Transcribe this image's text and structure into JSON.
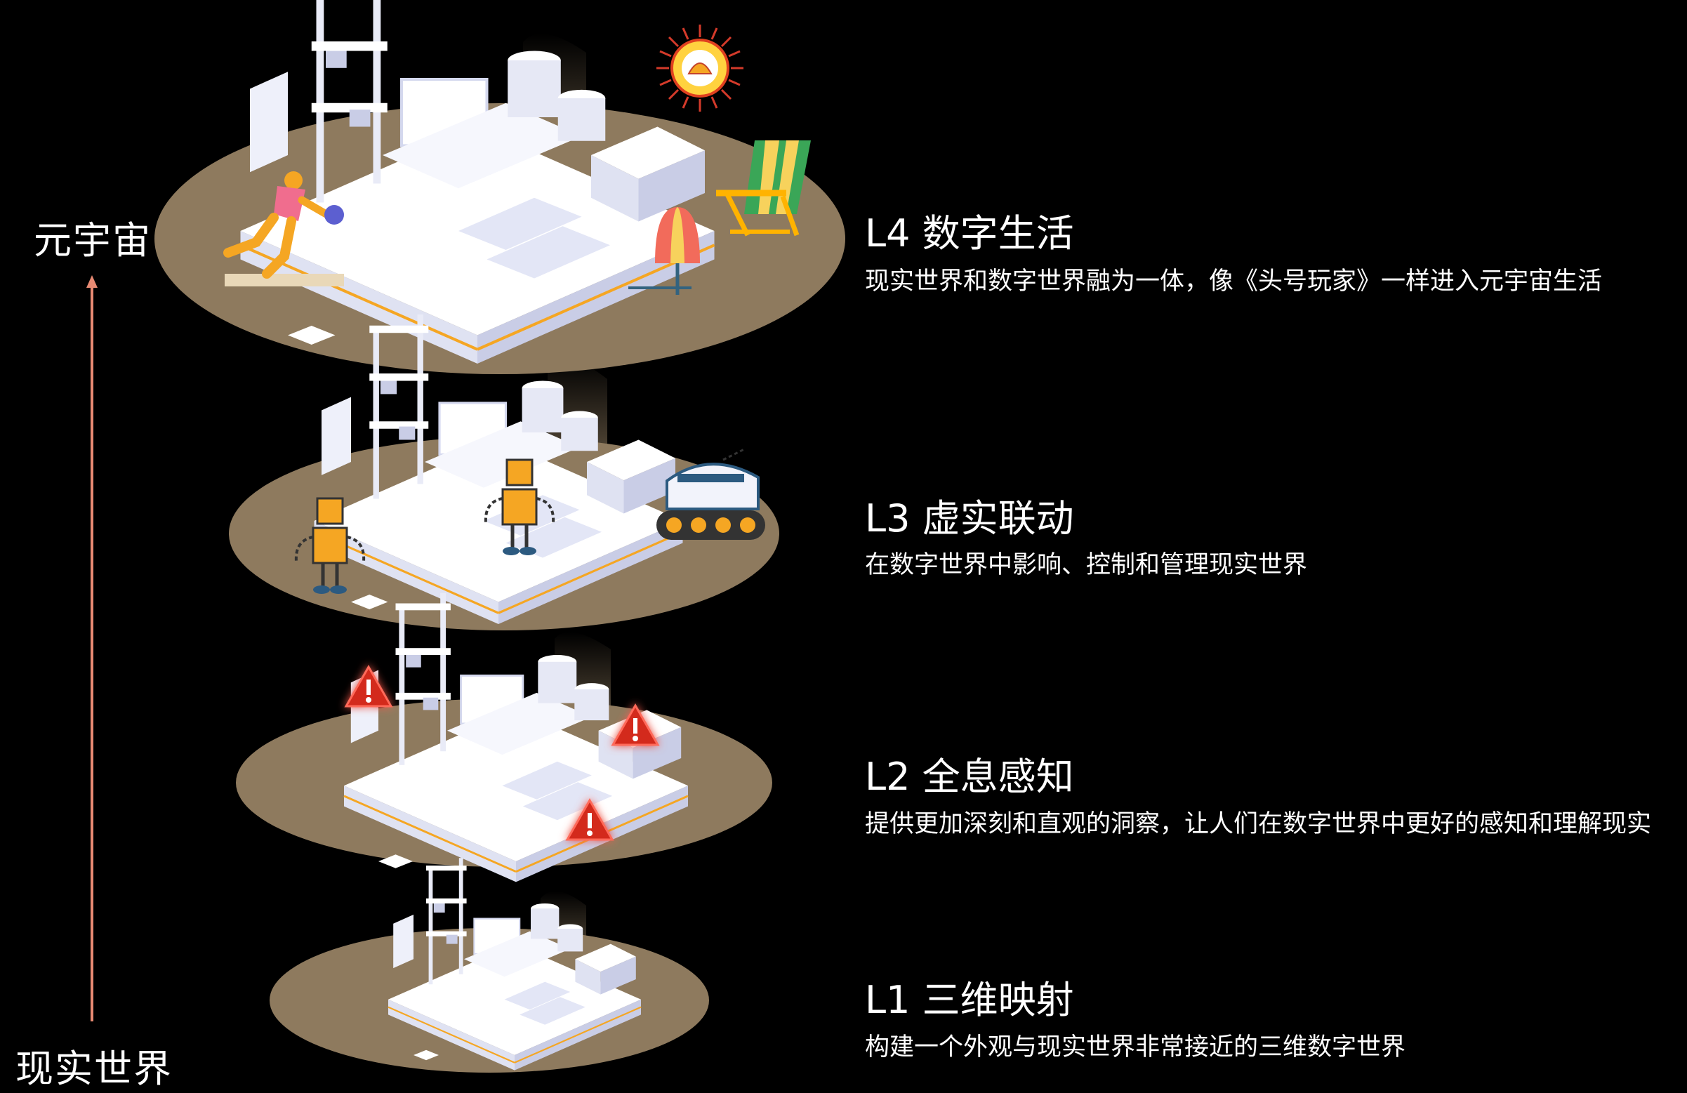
{
  "axis": {
    "top_label": "元宇宙",
    "bottom_label": "现实世界",
    "arrow_color": "#e88a73"
  },
  "levels": [
    {
      "id": "L4",
      "title": "L4 数字生活",
      "description": "现实世界和数字世界融为一体，像《头号玩家》一样进入元宇宙生活"
    },
    {
      "id": "L3",
      "title": "L3 虚实联动",
      "description": "在数字世界中影响、控制和管理现实世界"
    },
    {
      "id": "L2",
      "title": "L2 全息感知",
      "description": "提供更加深刻和直观的洞察，让人们在数字世界中更好的感知和理解现实"
    },
    {
      "id": "L1",
      "title": "L1 三维映射",
      "description": "构建一个外观与现实世界非常接近的三维数字世界"
    }
  ],
  "colors": {
    "background": "#000000",
    "platform": "#8e7a5e",
    "building": "#f2f3fb",
    "accent": "#f5a623",
    "warning": "#e0251b"
  },
  "icons": [
    "sun-icon",
    "beach-chair-icon",
    "umbrella-icon",
    "volleyball-player-icon",
    "robot-icon",
    "crawler-vehicle-icon",
    "warning-icon"
  ]
}
